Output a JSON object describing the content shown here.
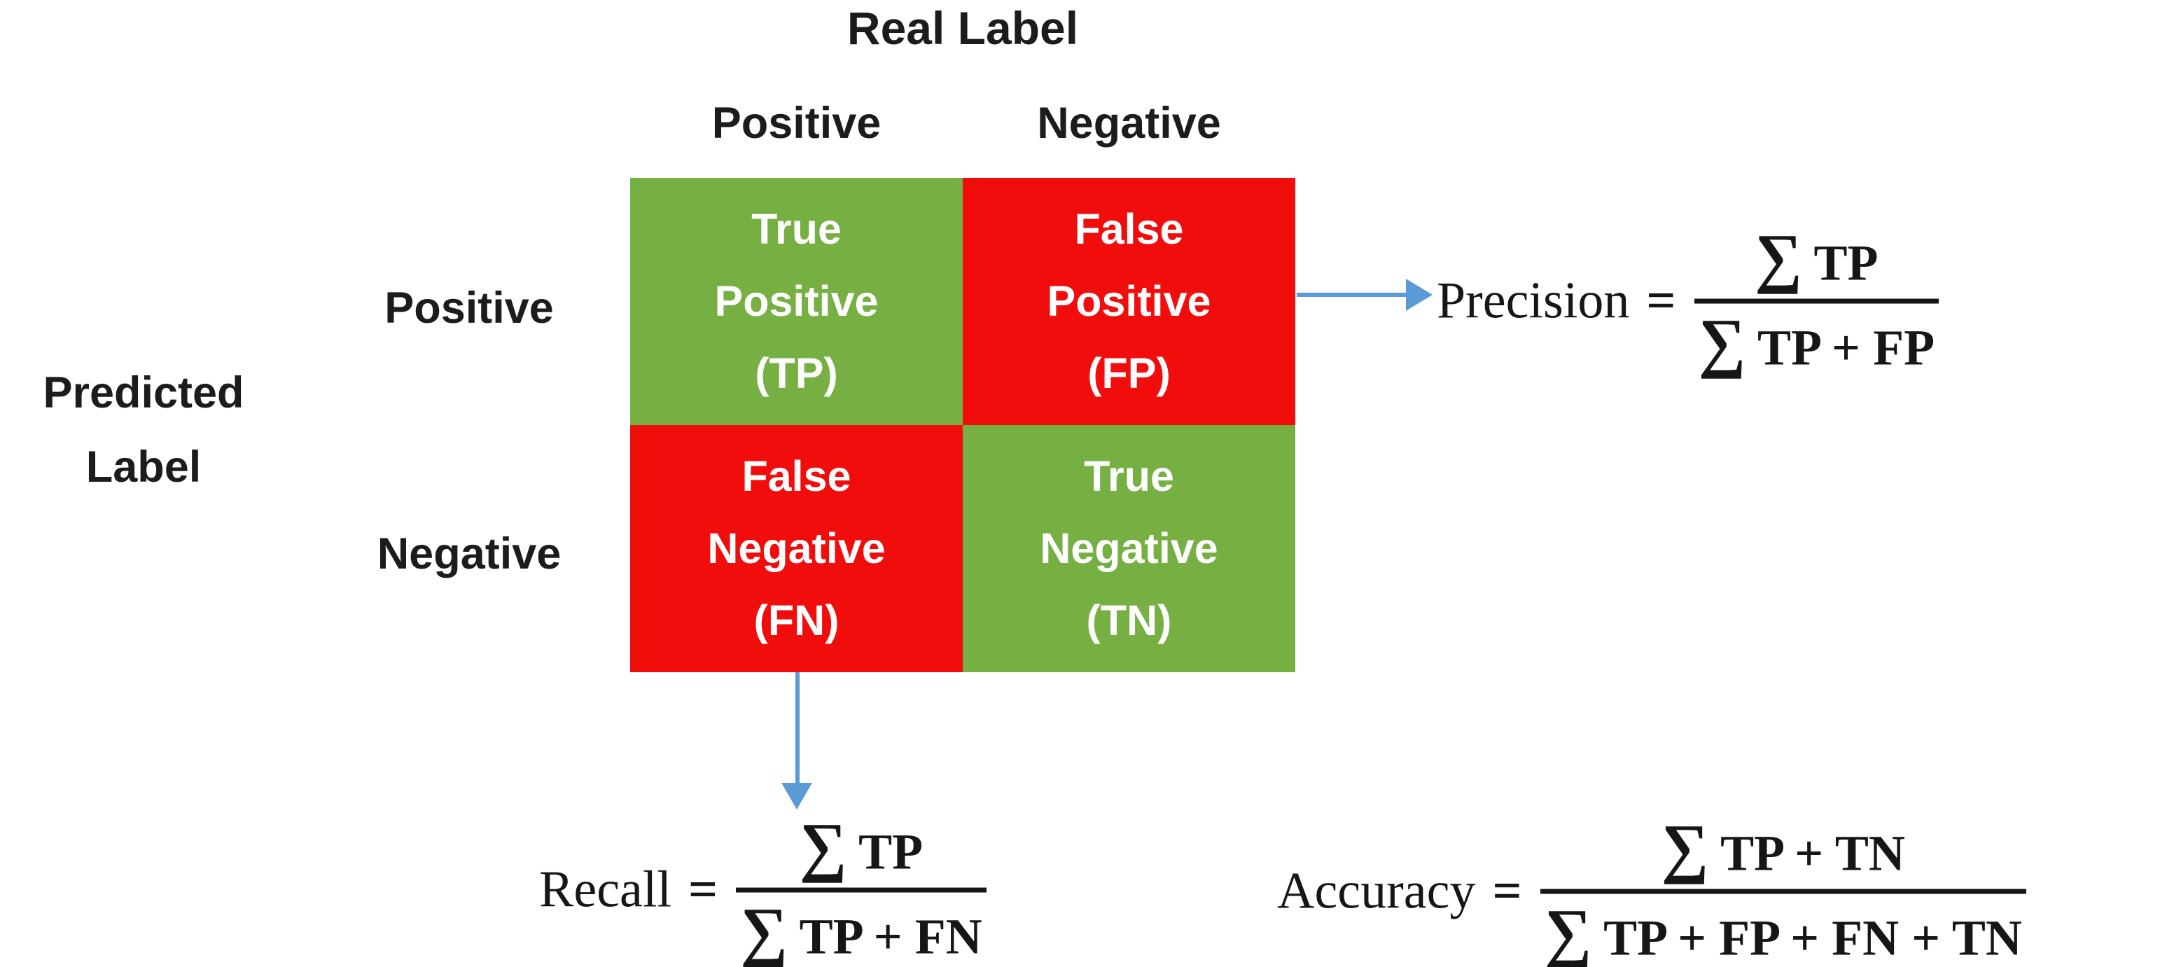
{
  "colors": {
    "green": "#76B043",
    "red": "#F20D0D",
    "arrow": "#5B9BD5"
  },
  "headers": {
    "real_label": "Real Label",
    "col_positive": "Positive",
    "col_negative": "Negative",
    "predicted_line1": "Predicted",
    "predicted_line2": "Label",
    "row_positive": "Positive",
    "row_negative": "Negative"
  },
  "matrix": {
    "cells": [
      {
        "id": "true-positive",
        "color": "green",
        "lines": [
          "True",
          "Positive",
          "(TP)"
        ]
      },
      {
        "id": "false-positive",
        "color": "red",
        "lines": [
          "False",
          "Positive",
          "(FP)"
        ]
      },
      {
        "id": "false-negative",
        "color": "red",
        "lines": [
          "False",
          "Negative",
          "(FN)"
        ]
      },
      {
        "id": "true-negative",
        "color": "green",
        "lines": [
          "True",
          "Negative",
          "(TN)"
        ]
      }
    ]
  },
  "formulas": {
    "precision": {
      "label": "Precision",
      "equals": "=",
      "num_sigma": "∑",
      "num_rest": " TP",
      "den_sigma": "∑",
      "den_rest": " TP + FP"
    },
    "recall": {
      "label": "Recall",
      "equals": "=",
      "num_sigma": "∑",
      "num_rest": " TP",
      "den_sigma": "∑",
      "den_rest": " TP + FN"
    },
    "accuracy": {
      "label": "Accuracy",
      "equals": "=",
      "num_sigma": "∑",
      "num_rest": " TP + TN",
      "den_sigma": "∑",
      "den_rest": " TP + FP + FN + TN"
    }
  }
}
